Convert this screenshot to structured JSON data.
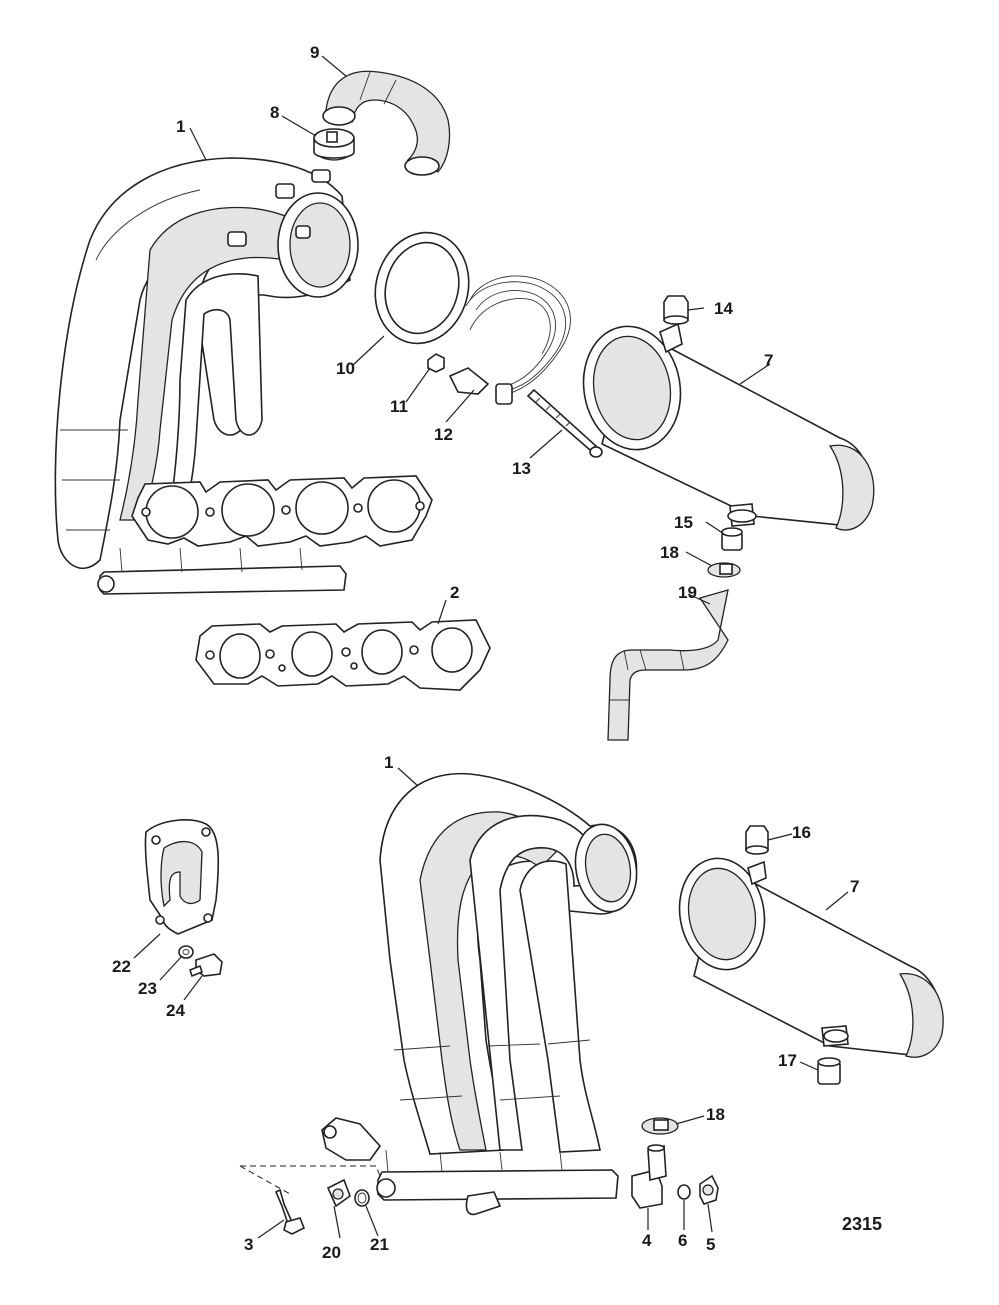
{
  "diagram": {
    "reference_number": "2315",
    "callouts": [
      {
        "id": "c1a",
        "text": "1"
      },
      {
        "id": "c2",
        "text": "2"
      },
      {
        "id": "c7a",
        "text": "7"
      },
      {
        "id": "c8",
        "text": "8"
      },
      {
        "id": "c9",
        "text": "9"
      },
      {
        "id": "c10",
        "text": "10"
      },
      {
        "id": "c11",
        "text": "11"
      },
      {
        "id": "c12",
        "text": "12"
      },
      {
        "id": "c13",
        "text": "13"
      },
      {
        "id": "c14",
        "text": "14"
      },
      {
        "id": "c15",
        "text": "15"
      },
      {
        "id": "c18a",
        "text": "18"
      },
      {
        "id": "c19",
        "text": "19"
      },
      {
        "id": "c1b",
        "text": "1"
      },
      {
        "id": "c16",
        "text": "16"
      },
      {
        "id": "c7b",
        "text": "7"
      },
      {
        "id": "c17",
        "text": "17"
      },
      {
        "id": "c18b",
        "text": "18"
      },
      {
        "id": "c22",
        "text": "22"
      },
      {
        "id": "c23",
        "text": "23"
      },
      {
        "id": "c24",
        "text": "24"
      },
      {
        "id": "c3",
        "text": "3"
      },
      {
        "id": "c20",
        "text": "20"
      },
      {
        "id": "c21",
        "text": "21"
      },
      {
        "id": "c4",
        "text": "4"
      },
      {
        "id": "c6",
        "text": "6"
      },
      {
        "id": "c5",
        "text": "5"
      }
    ]
  }
}
